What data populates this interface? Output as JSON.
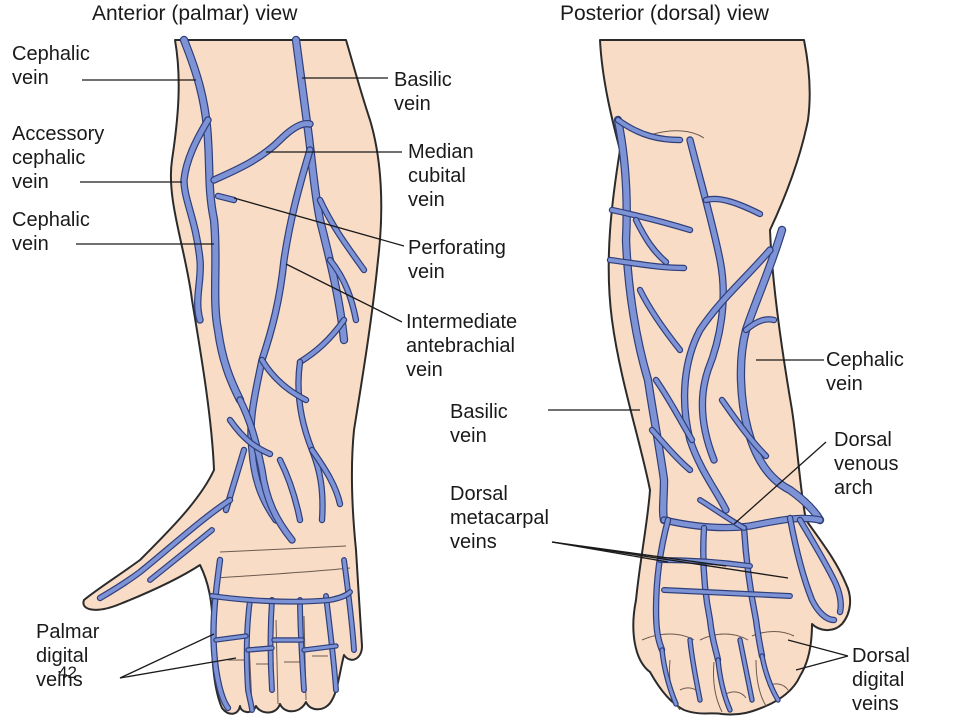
{
  "colors": {
    "skin": "#f9dcc6",
    "outline": "#2b2b2b",
    "vein_fill": "#7d93d6",
    "vein_edge": "#2f3f7a",
    "text": "#1a1a1a",
    "background": "#ffffff"
  },
  "titles": {
    "anterior": "Anterior (palmar) view",
    "posterior": "Posterior (dorsal) view"
  },
  "labels": {
    "cephalic_top": [
      "Cephalic",
      "vein"
    ],
    "accessory": [
      "Accessory",
      "cephalic",
      "vein"
    ],
    "cephalic_mid": [
      "Cephalic",
      "vein"
    ],
    "basilic_ant": [
      "Basilic",
      "vein"
    ],
    "median_cubital": [
      "Median",
      "cubital",
      "vein"
    ],
    "perforating": [
      "Perforating",
      "vein"
    ],
    "intermediate": [
      "Intermediate",
      "antebrachial",
      "vein"
    ],
    "palmar_digital": [
      "Palmar",
      "digital",
      "veins"
    ],
    "cephalic_post": [
      "Cephalic",
      "vein"
    ],
    "basilic_post": [
      "Basilic",
      "vein"
    ],
    "dorsal_arch": [
      "Dorsal",
      "venous",
      "arch"
    ],
    "dorsal_meta": [
      "Dorsal",
      "metacarpal",
      "veins"
    ],
    "dorsal_digital": [
      "Dorsal",
      "digital",
      "veins"
    ]
  },
  "slide_number": "42"
}
